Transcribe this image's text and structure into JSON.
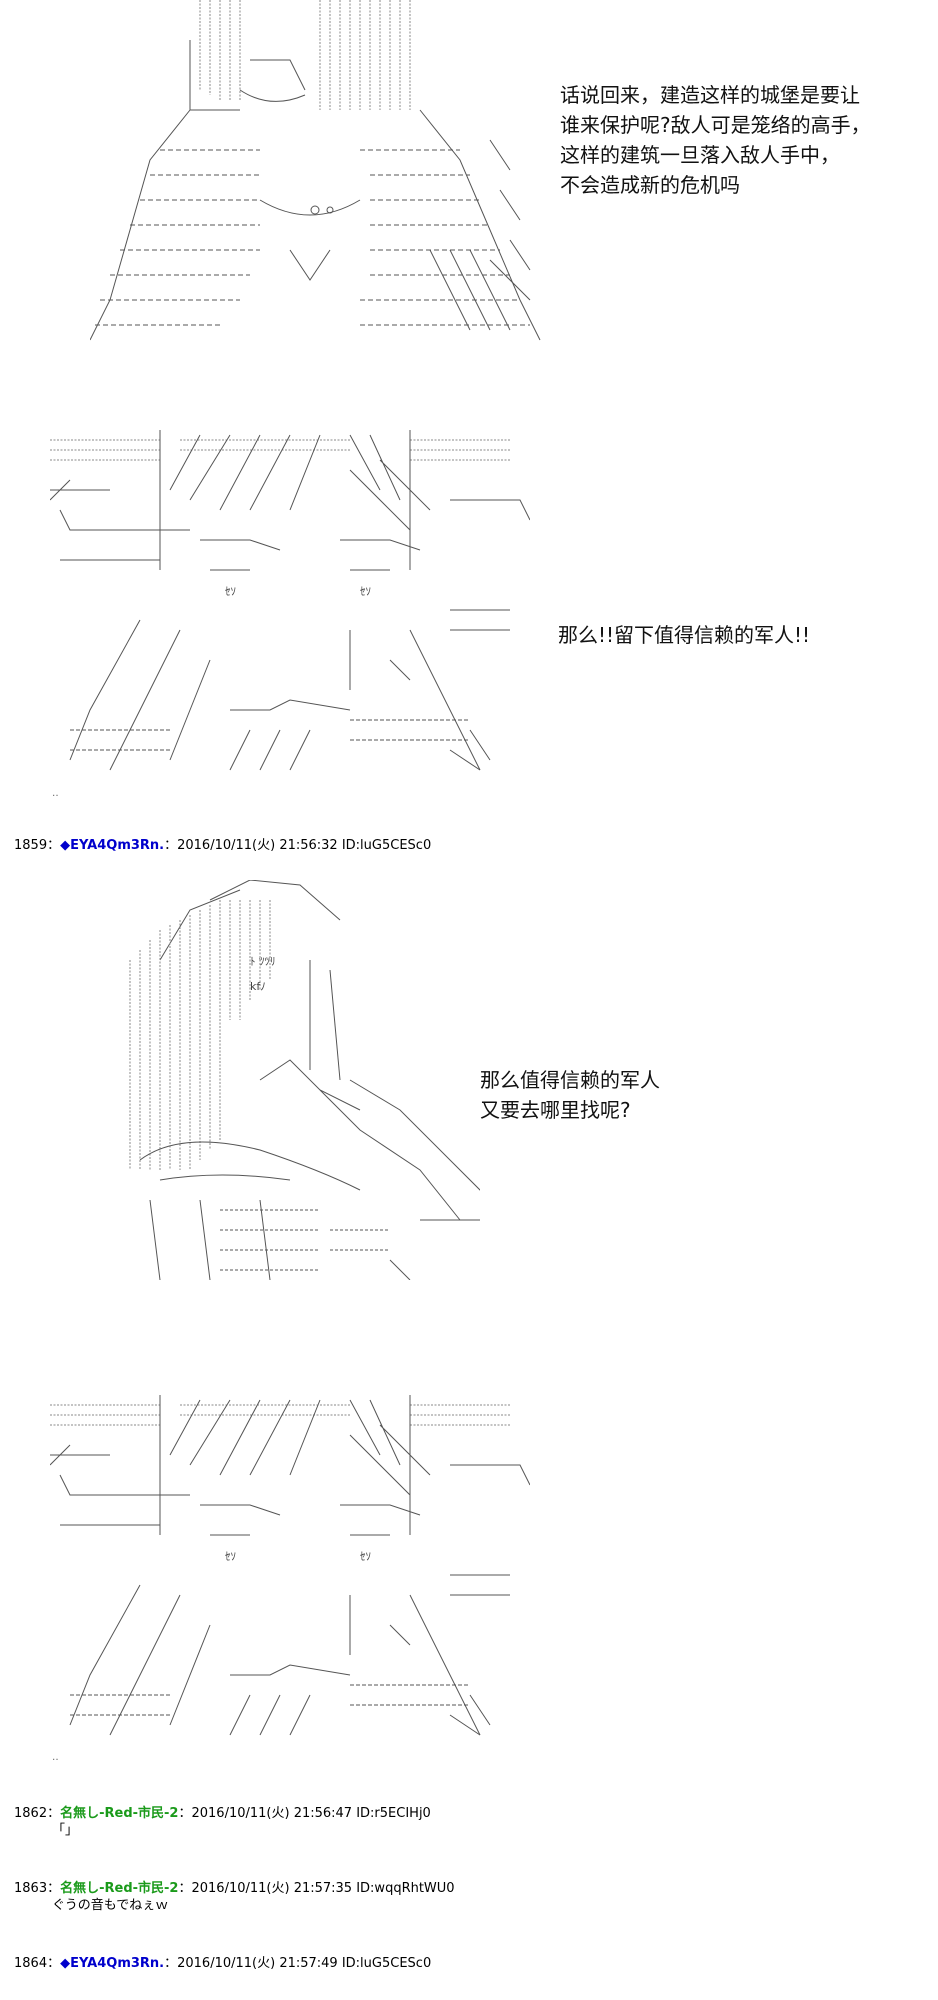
{
  "speech": {
    "panel1": [
      "话说回来，建造这样的城堡是要让",
      "谁来保护呢?敌人可是笼络的高手，",
      "这样的建筑一旦落入敌人手中，",
      "不会造成新的危机吗"
    ],
    "panel2": [
      "那么!!留下值得信赖的军人!!"
    ],
    "panel3": [
      "那么值得信赖的军人",
      "又要去哪里找呢?"
    ]
  },
  "posts": [
    {
      "number": "1859",
      "sep": "：",
      "name": "◆EYA4Qm3Rn.",
      "meta": "：2016/10/11(火) 21:56:32 ID:luG5CESc0",
      "body": ""
    },
    {
      "number": "1862",
      "sep": "：",
      "name": "名無し-Red-市民-2",
      "meta": "：2016/10/11(火) 21:56:47 ID:r5ECIHj0",
      "body": "「」"
    },
    {
      "number": "1863",
      "sep": "：",
      "name": "名無し-Red-市民-2",
      "meta": "：2016/10/11(火) 21:57:35 ID:wqqRhtWU0",
      "body": "ぐうの音もでねぇｗ"
    },
    {
      "number": "1864",
      "sep": "：",
      "name": "◆EYA4Qm3Rn.",
      "meta": "：2016/10/11(火) 21:57:49 ID:luG5CESc0",
      "body": ""
    }
  ],
  "colors": {
    "tripcode_name": "#0000cc",
    "anon_name": "#1a9a1a",
    "art_stroke": "#4a4a4a"
  }
}
